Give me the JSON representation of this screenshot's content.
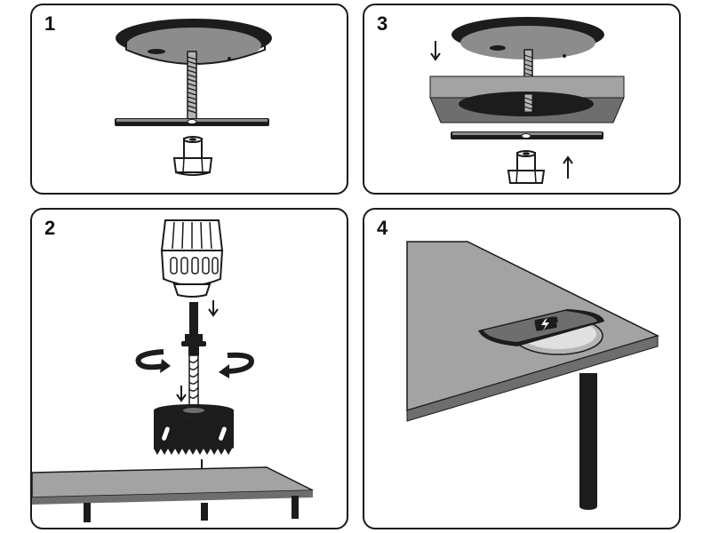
{
  "panels": [
    {
      "id": "p1",
      "step": "1"
    },
    {
      "id": "p3",
      "step": "3"
    },
    {
      "id": "p2",
      "step": "2"
    },
    {
      "id": "p4",
      "step": "4"
    }
  ],
  "colors": {
    "outline": "#1a1a1a",
    "plate_top": "#8c8c8c",
    "plate_dark": "#1c1c1c",
    "desk_top": "#a3a3a3",
    "desk_side": "#6e6e6e",
    "metal": "#b5b5b5",
    "white": "#ffffff"
  },
  "icons": [
    "arrow-down-icon",
    "arrow-up-icon",
    "rotate-left-icon",
    "rotate-right-icon",
    "battery-charging-icon"
  ]
}
